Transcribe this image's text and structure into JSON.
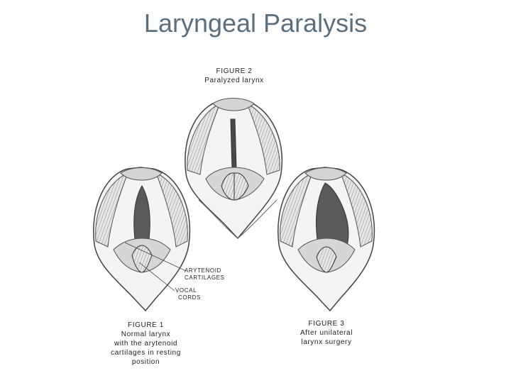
{
  "title": "Laryngeal Paralysis",
  "figure2": {
    "heading": "FIGURE 2",
    "caption": "Paralyzed larynx"
  },
  "figure1": {
    "heading": "FIGURE 1",
    "caption_lines": [
      "Normal larynx",
      "with the arytenoid",
      "cartilages in resting",
      "position"
    ]
  },
  "figure3": {
    "heading": "FIGURE 3",
    "caption_lines": [
      "After unilateral",
      "larynx surgery"
    ]
  },
  "labels": {
    "arytenoid": [
      "ARYTENOID",
      "CARTILAGES"
    ],
    "vocal": [
      "VOCAL",
      "CORDS"
    ]
  }
}
